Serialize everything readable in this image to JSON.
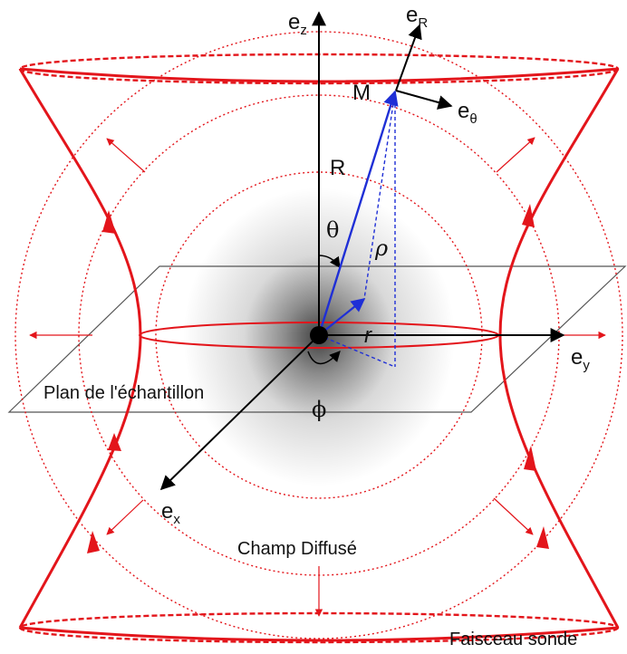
{
  "labels": {
    "ez": "e",
    "ez_sub": "z",
    "eR": "e",
    "eR_sub": "R",
    "etheta": "e",
    "etheta_sub": "θ",
    "ey": "e",
    "ey_sub": "y",
    "ex": "e",
    "ex_sub": "x",
    "M": "M",
    "R": "R",
    "theta": "θ",
    "rho": "ρ",
    "r": "r",
    "phi": "ϕ",
    "plane": "Plan de l'échantillon",
    "scattered_field": "Champ Diffusé",
    "probe_beam": "Faisceau sonde"
  },
  "colors": {
    "beam": "#e3151b",
    "vector": "#1f2fd6",
    "axis": "#000000",
    "plane": "#555555"
  }
}
